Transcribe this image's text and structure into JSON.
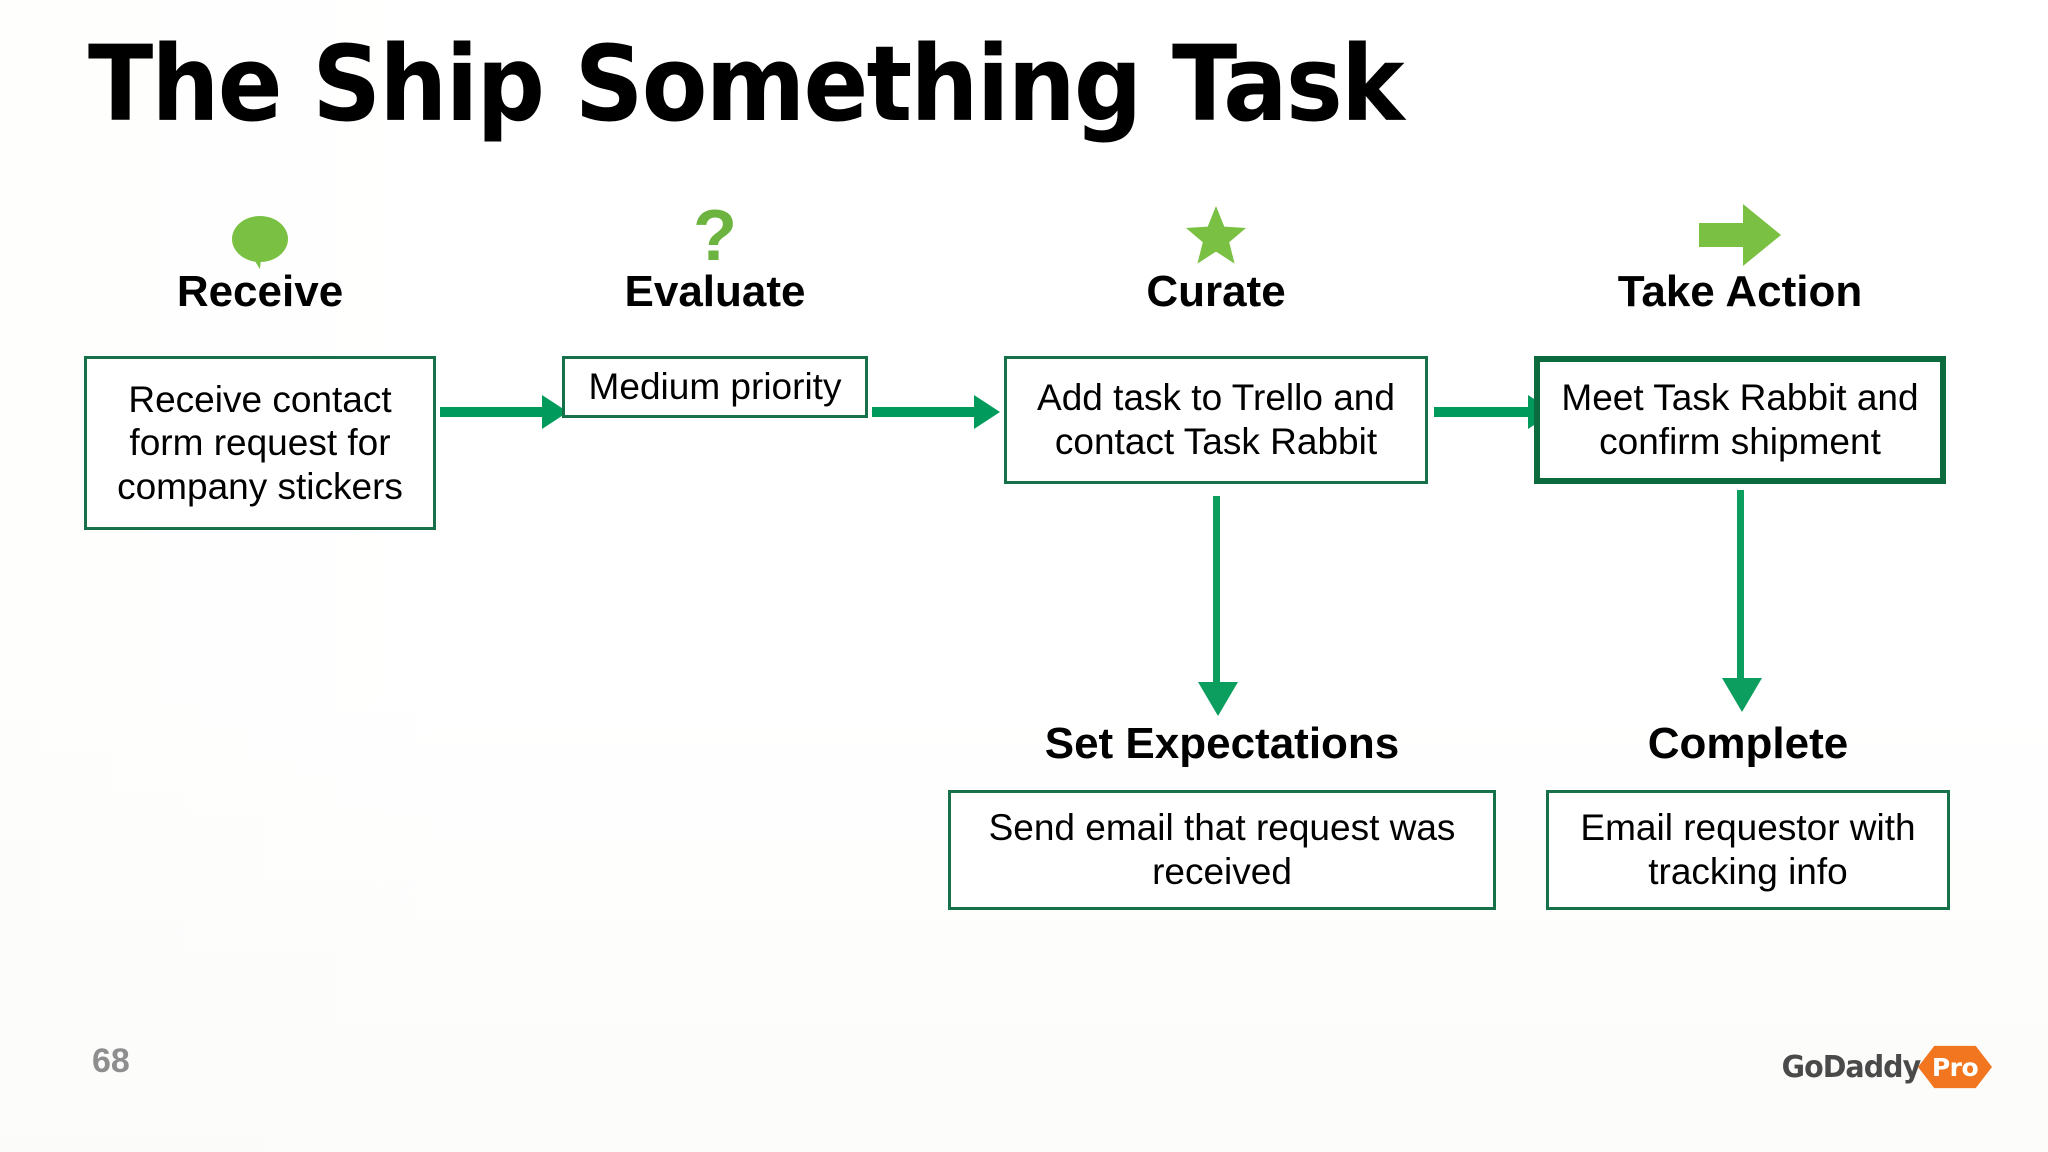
{
  "slide": {
    "title": "The Ship Something Task",
    "page_number": "68"
  },
  "colors": {
    "box_border": "#16704a",
    "box_border_emphasis": "#0b6b3e",
    "connector_green": "#009a5c",
    "icon_green": "#7ac143",
    "brand_orange": "#f2761f",
    "page_number_gray": "#8e8e8e",
    "text_black": "#000000"
  },
  "flow": {
    "stages": [
      {
        "id": "receive",
        "icon": "speech-bubble-icon",
        "label": "Receive",
        "text": "Receive contact form request for company stickers",
        "emphasis": false
      },
      {
        "id": "evaluate",
        "icon": "question-mark-icon",
        "label": "Evaluate",
        "text": "Medium priority",
        "emphasis": false
      },
      {
        "id": "curate",
        "icon": "star-icon",
        "label": "Curate",
        "text": "Add task to Trello and contact Task Rabbit",
        "emphasis": false
      },
      {
        "id": "take-action",
        "icon": "right-arrow-icon",
        "label": "Take Action",
        "text": "Meet Task Rabbit and confirm shipment",
        "emphasis": true
      },
      {
        "id": "set-expectations",
        "icon": null,
        "label": "Set Expectations",
        "text": "Send email that request was received",
        "emphasis": false
      },
      {
        "id": "complete",
        "icon": null,
        "label": "Complete",
        "text": "Email requestor with tracking info",
        "emphasis": false
      }
    ],
    "connectors": [
      {
        "from": "receive",
        "to": "evaluate",
        "direction": "right"
      },
      {
        "from": "evaluate",
        "to": "curate",
        "direction": "right"
      },
      {
        "from": "curate",
        "to": "take-action",
        "direction": "right"
      },
      {
        "from": "curate",
        "to": "set-expectations",
        "direction": "down"
      },
      {
        "from": "take-action",
        "to": "complete",
        "direction": "down"
      }
    ]
  },
  "brand": {
    "name": "GoDaddy",
    "badge": "Pro"
  }
}
